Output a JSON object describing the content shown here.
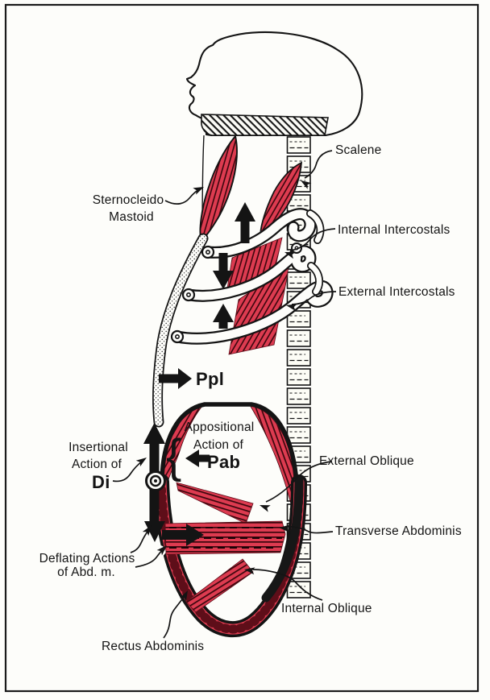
{
  "figure": {
    "labels": {
      "scalene": "Scalene",
      "sternocleido_line1": "Sternocleido",
      "sternocleido_line2": "Mastoid",
      "internal_intercostals": "Internal Intercostals",
      "external_intercostals": "External Intercostals",
      "ppl": "Ppl",
      "appositional_line1": "Appositional",
      "appositional_line2": "Action of",
      "pab": "Pab",
      "insertional_line1": "Insertional",
      "insertional_line2": "Action of",
      "di": "Di",
      "deflating_line1": "Deflating Actions",
      "deflating_line2": "of Abd. m.",
      "external_oblique": "External Oblique",
      "transverse_abdominis": "Transverse Abdominis",
      "internal_oblique": "Internal Oblique",
      "rectus_abdominis": "Rectus Abdominis",
      "brace": "{"
    },
    "colors": {
      "muscle_red": "#dd3b50",
      "muscle_stripe": "#3a060d",
      "ink": "#141414",
      "paper": "#fdfdfa"
    }
  }
}
